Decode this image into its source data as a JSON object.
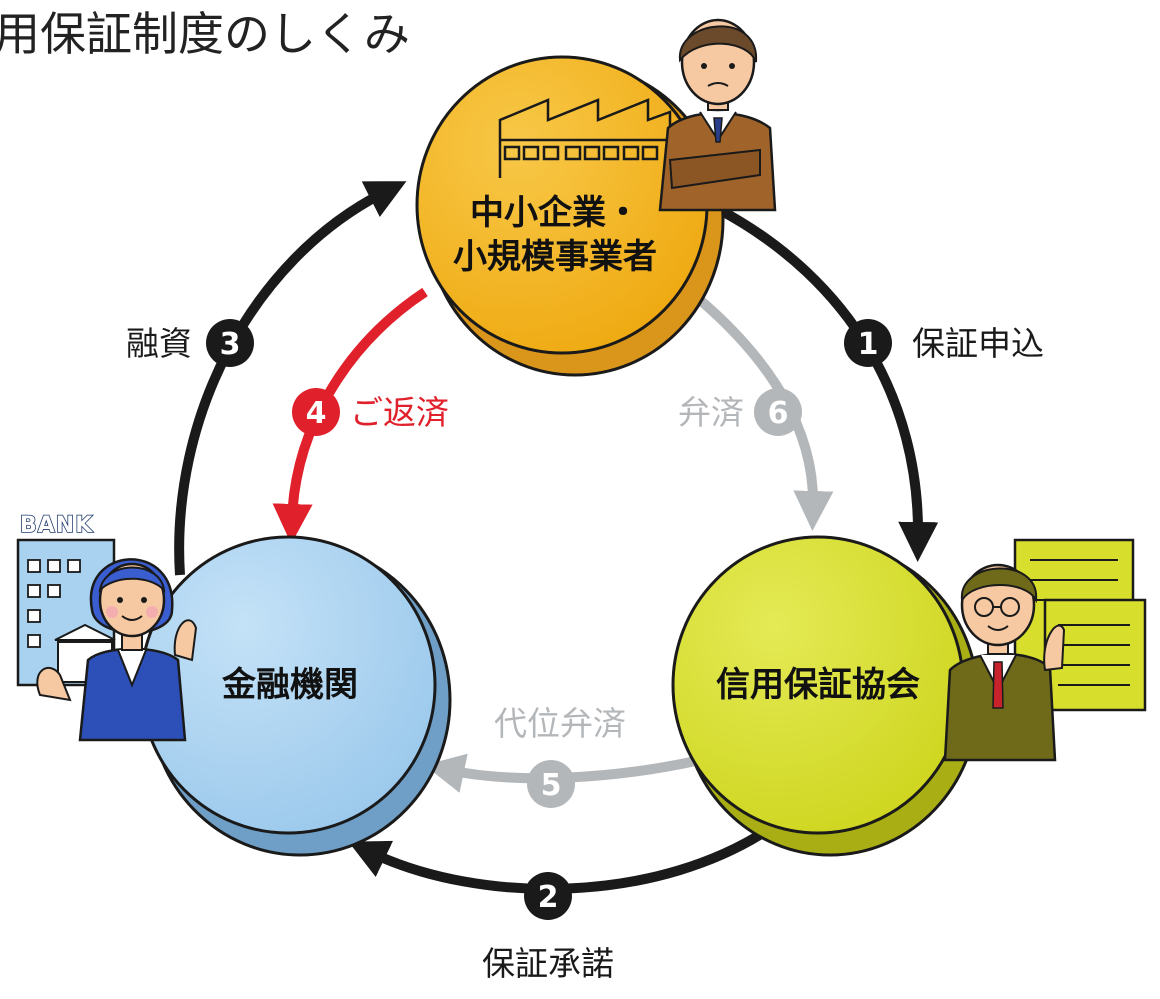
{
  "title": "用保証制度のしくみ",
  "nodes": {
    "sme": {
      "line1": "中小企業・",
      "line2": "小規模事業者",
      "color": "#f3b21c"
    },
    "guarantee": {
      "label": "信用保証協会",
      "color": "#d7de2b"
    },
    "bank": {
      "label": "金融機関",
      "color": "#a9d2f0",
      "sign": "BANK"
    }
  },
  "steps": [
    {
      "num": "1",
      "label": "保証申込",
      "color": "#1a1a1a"
    },
    {
      "num": "2",
      "label": "保証承諾",
      "color": "#1a1a1a"
    },
    {
      "num": "3",
      "label": "融資",
      "color": "#1a1a1a"
    },
    {
      "num": "4",
      "label": "ご返済",
      "color": "#e0202a"
    },
    {
      "num": "5",
      "label": "代位弁済",
      "color": "#b4b7ba"
    },
    {
      "num": "6",
      "label": "弁済",
      "color": "#b4b7ba"
    }
  ]
}
